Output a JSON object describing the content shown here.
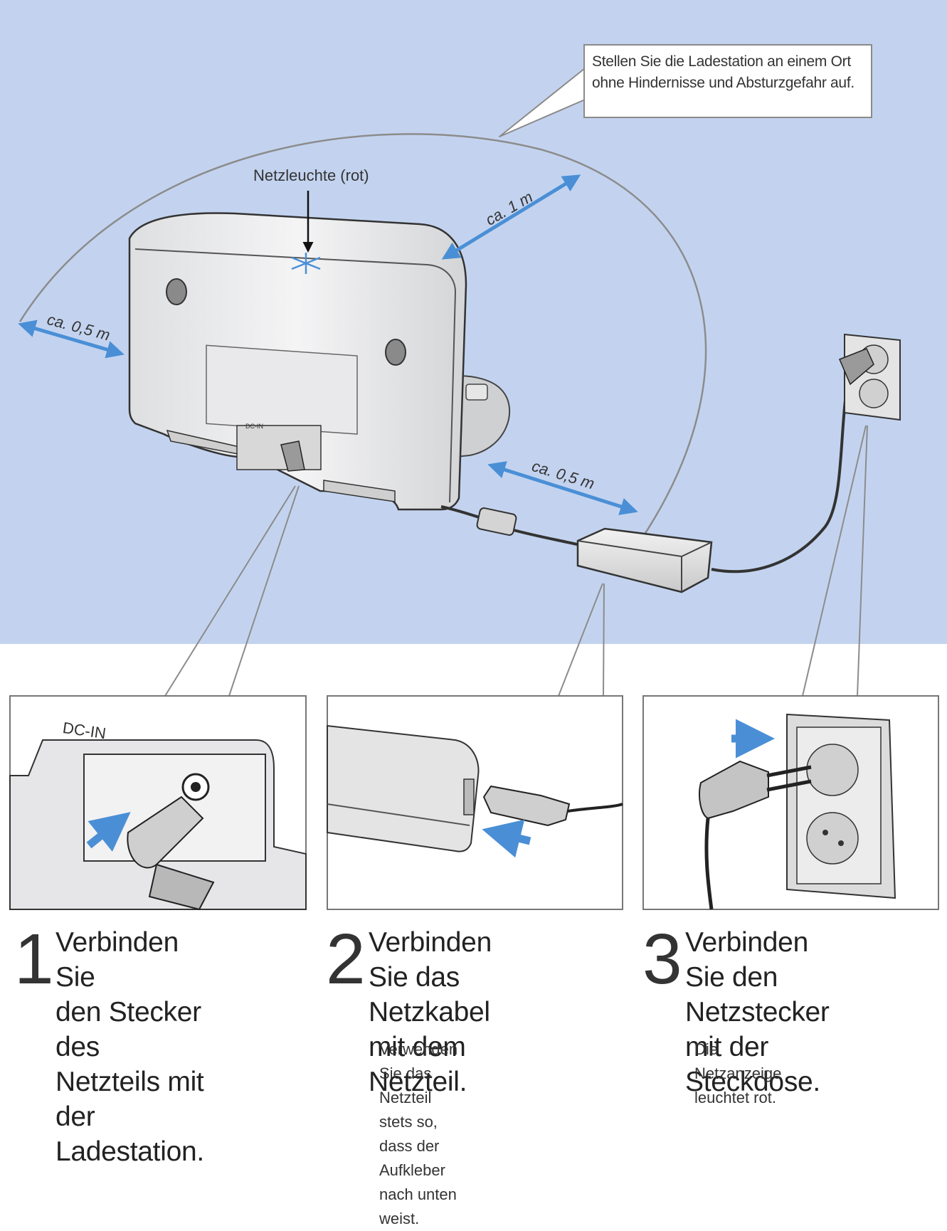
{
  "callout_text": "Stellen Sie die Ladestation an einem Ort ohne Hindernisse und Absturzgefahr auf.",
  "labels": {
    "power_light": "Netzleuchte (rot)",
    "dist_left": "ca. 0,5 m",
    "dist_back": "ca. 1 m",
    "dist_right": "ca. 0,5 m",
    "dc_in_small": "DC-IN",
    "dc_in_detail": "DC-IN"
  },
  "colors": {
    "wall": "#c3d3ef",
    "arrow": "#4a8fd6",
    "line": "#8c8c8c"
  },
  "steps": [
    {
      "number": "1",
      "title": "Verbinden Sie\nden Stecker des\nNetzteils mit der\nLadestation.",
      "note": ""
    },
    {
      "number": "2",
      "title": "Verbinden Sie das\nNetzkabel mit dem\nNetzteil.",
      "note": "Verwenden Sie das Netzteil\nstets so, dass der Aufkleber\nnach unten weist."
    },
    {
      "number": "3",
      "title": "Verbinden Sie den\nNetzstecker mit der\nSteckdose.",
      "note": "Die Netzanzeige leuchtet rot."
    }
  ]
}
